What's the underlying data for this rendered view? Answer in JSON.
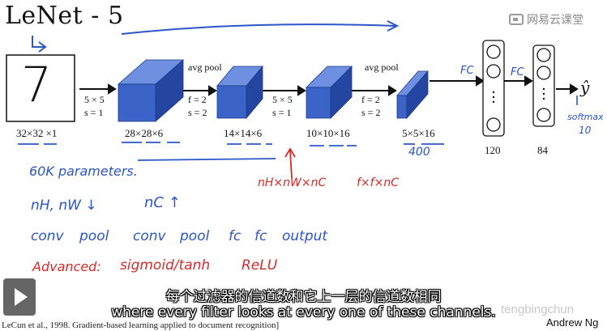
{
  "title": "LeNet - 5",
  "brand": "网易云课堂",
  "input": {
    "digit": "7",
    "size": "32×32 ×1"
  },
  "layers": {
    "conv1_op": [
      "5 × 5",
      "s = 1"
    ],
    "conv1_out": "28×28×6",
    "pool1_title": "avg pool",
    "pool1_op": [
      "f = 2",
      "s = 2"
    ],
    "pool1_out": "14×14×6",
    "conv2_op": [
      "5 × 5",
      "s = 1"
    ],
    "conv2_out": "10×10×16",
    "pool2_title": "avg pool",
    "pool2_op": [
      "f = 2",
      "s = 2"
    ],
    "pool2_out": "5×5×16",
    "flat_note": "400",
    "fc1_label": "FC",
    "fc1_out": "120",
    "fc2_label": "FC",
    "fc2_out": "84",
    "output": "ŷ",
    "softmax": [
      "softmax",
      "10"
    ]
  },
  "notes": {
    "params": "60K parameters.",
    "trend_a": "nH, nW ↓",
    "trend_b": "nC ↑",
    "sequence": [
      "conv",
      "pool",
      "conv",
      "pool",
      "fc",
      "fc",
      "output"
    ],
    "advanced_label": "Advanced:",
    "advanced_a": "sigmoid/tanh",
    "advanced_b": "ReLU",
    "red_formula_a": "nH×nW×nC",
    "red_formula_b": "f×f×nC"
  },
  "subtitles": {
    "zh": "每个过滤器的信道数和它上一层的信道数相同",
    "en": "where every filter looks at every one of these channels."
  },
  "footer": {
    "citation": "LeCun et al., 1998. Gradient-based learning applied to document recognition]",
    "author": "Andrew Ng",
    "watermark": "tengbingchun"
  },
  "colors": {
    "block_front": "#3c63c7",
    "block_top": "#6f8fe0",
    "block_side": "#2446a0",
    "ink_blue": "#2b55c9",
    "ink_red": "#d62a2a"
  }
}
